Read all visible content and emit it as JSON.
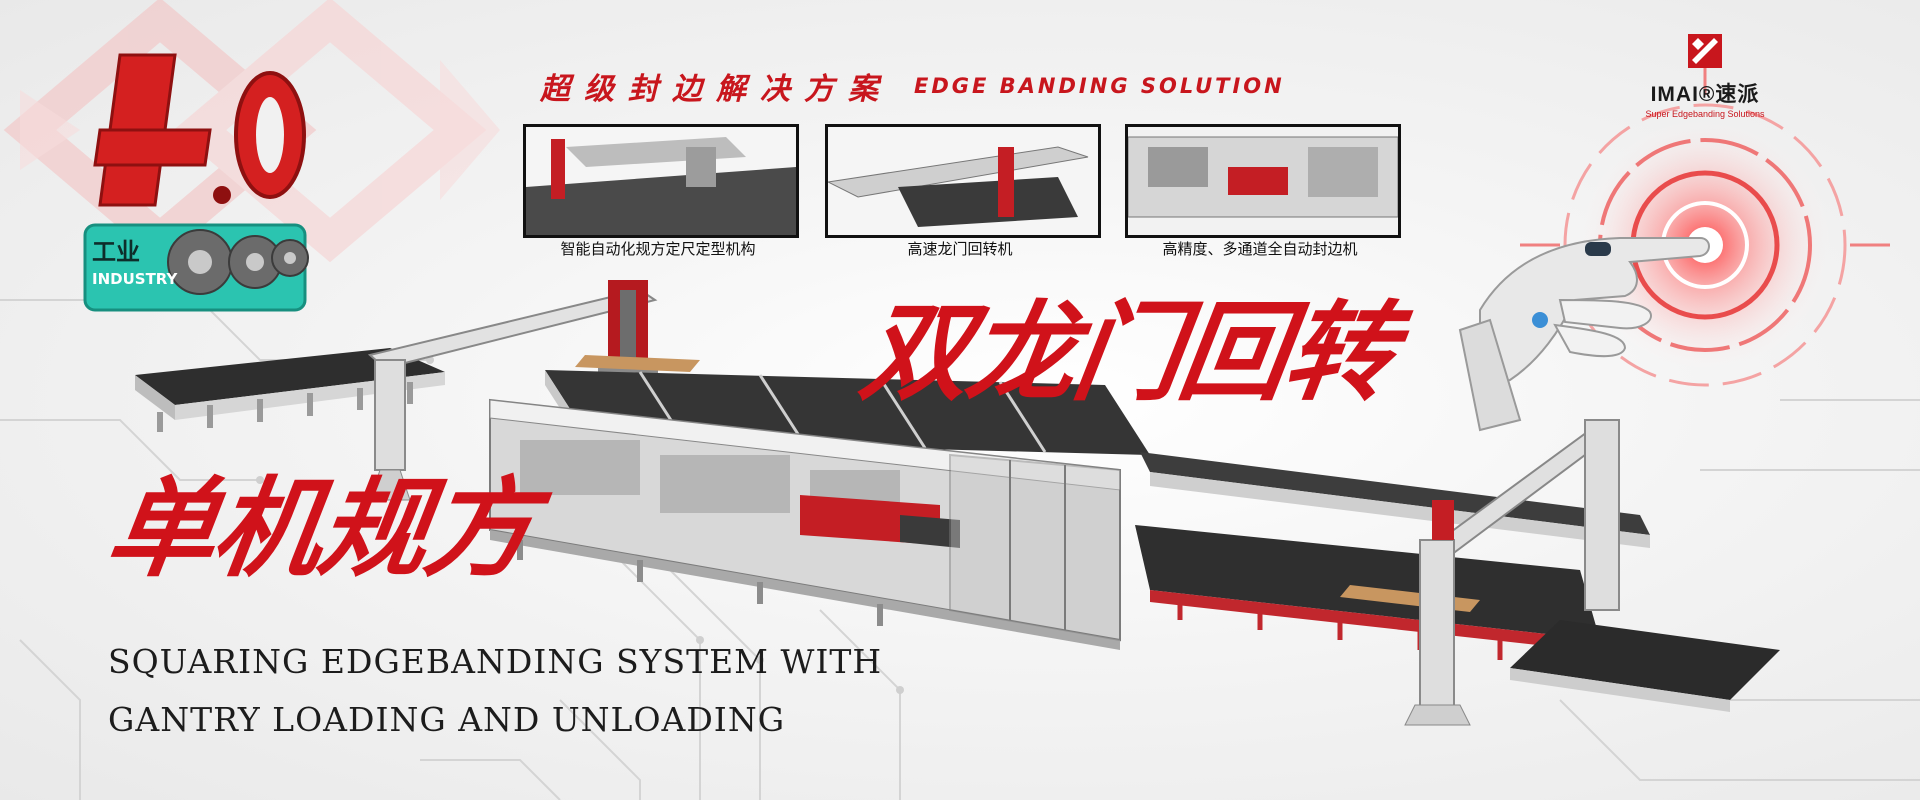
{
  "header": {
    "tagline_cn": "超级封边解决方案",
    "tagline_en": "EDGE BANDING SOLUTION"
  },
  "logo": {
    "brand": "IMAI®速派",
    "subtitle": "Super Edgebanding Solutions",
    "icon": "imai-diamond-icon"
  },
  "badge": {
    "number": "4.0",
    "cn": "工业",
    "en": "INDUSTRY",
    "icons": [
      "gear-icon",
      "circuit-icon"
    ]
  },
  "thumbnails": [
    {
      "caption": "智能自动化规方定尺定型机构"
    },
    {
      "caption": "高速龙门回转机"
    },
    {
      "caption": "高精度、多通道全自动封边机"
    }
  ],
  "titles": {
    "gantry_cn": "双龙门回转",
    "squaring_cn": "单机规方"
  },
  "subtitle": {
    "line1": "SQUARING EDGEBANDING SYSTEM WITH",
    "line2": "GANTRY LOADING AND UNLOADING"
  },
  "colors": {
    "accent": "#c8161d",
    "text": "#1c1c1c",
    "machine_dark": "#2b2b2b",
    "machine_light": "#d9d9d9",
    "badge_teal": "#2bc4b0"
  }
}
